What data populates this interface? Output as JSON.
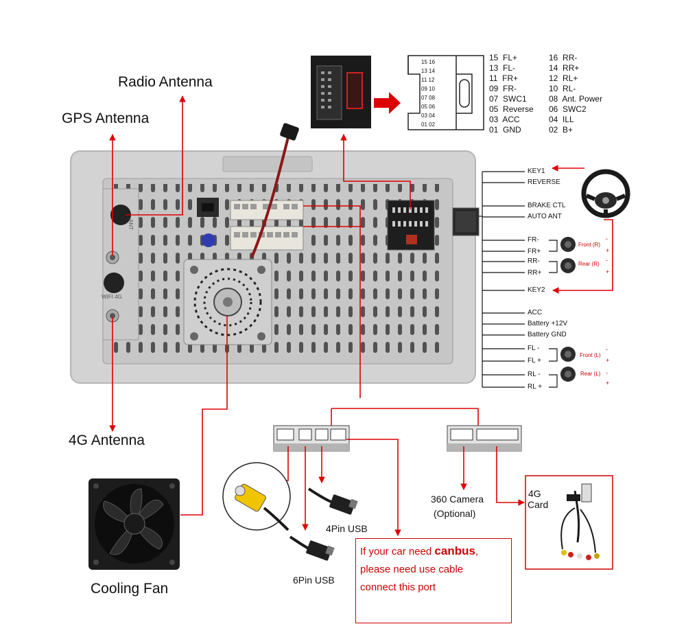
{
  "labels": {
    "radio_antenna": "Radio Antenna",
    "gps_antenna": "GPS Antenna",
    "antenna_4g": "4G Antenna",
    "cooling_fan": "Cooling Fan",
    "usb_4pin": "4Pin USB",
    "usb_6pin": "6Pin USB",
    "camera_360_line1": "360 Camera",
    "camera_360_line2": "(Optional)",
    "card_4g_line1": "4G",
    "card_4g_line2": "Card",
    "unit_mark_ant": "ANT",
    "unit_mark_wifi": "WIFI 4G"
  },
  "pin_table": {
    "left": [
      {
        "pin": "15",
        "name": "FL+"
      },
      {
        "pin": "13",
        "name": "FL-"
      },
      {
        "pin": "11",
        "name": "FR+"
      },
      {
        "pin": "09",
        "name": "FR-"
      },
      {
        "pin": "07",
        "name": "SWC1"
      },
      {
        "pin": "05",
        "name": "Reverse"
      },
      {
        "pin": "03",
        "name": "ACC"
      },
      {
        "pin": "01",
        "name": "GND"
      }
    ],
    "right": [
      {
        "pin": "16",
        "name": "RR-"
      },
      {
        "pin": "14",
        "name": "RR+"
      },
      {
        "pin": "12",
        "name": "RL+"
      },
      {
        "pin": "10",
        "name": "RL-"
      },
      {
        "pin": "08",
        "name": "Ant. Power"
      },
      {
        "pin": "06",
        "name": "SWC2"
      },
      {
        "pin": "04",
        "name": "ILL"
      },
      {
        "pin": "02",
        "name": "B+"
      }
    ],
    "connector_pins": [
      [
        "15",
        "16"
      ],
      [
        "13",
        "14"
      ],
      [
        "11",
        "12"
      ],
      [
        "09",
        "10"
      ],
      [
        "07",
        "08"
      ],
      [
        "05",
        "06"
      ],
      [
        "03",
        "04"
      ],
      [
        "01",
        "02"
      ]
    ]
  },
  "harness_wires": [
    {
      "label": "KEY1"
    },
    {
      "label": "REVERSE"
    },
    {
      "label": "BRAKE CTL"
    },
    {
      "label": "AUTO ANT"
    },
    {
      "label": "FR-"
    },
    {
      "label": "FR+"
    },
    {
      "label": "RR-"
    },
    {
      "label": "RR+"
    },
    {
      "label": "KEY2"
    },
    {
      "label": "ACC"
    },
    {
      "label": "Battery +12V"
    },
    {
      "label": "Battery GND"
    },
    {
      "label": "FL -"
    },
    {
      "label": "FL +"
    },
    {
      "label": "RL -"
    },
    {
      "label": "RL +"
    }
  ],
  "speakers": {
    "front_r": "Front (R)",
    "rear_r": "Rear (R)",
    "front_l": "Front (L)",
    "rear_l": "Rear (L)",
    "minus": "-",
    "plus": "+"
  },
  "canbus_note": {
    "prefix": "If your car need ",
    "bold": "canbus",
    "suffix": ",",
    "line2": "please need use cable",
    "line3": "connect this port"
  },
  "colors": {
    "arrow_red": "#dd0000",
    "unit_gray": "#cfcfcf",
    "note_red": "#cc0000",
    "warning_yellow": "#f5d000"
  }
}
